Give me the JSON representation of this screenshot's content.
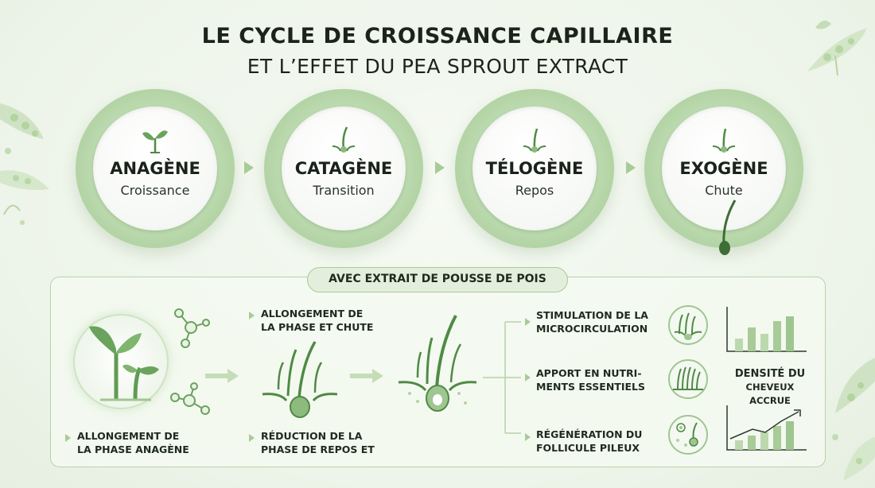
{
  "title": {
    "line1": "LE CYCLE DE CROISSANCE CAPILLAIRE",
    "line2": "ET L’EFFET DU PEA SPROUT EXTRACT"
  },
  "phases": [
    {
      "name": "ANAGÈNE",
      "sub": "Croissance",
      "icon": "sprout-icon"
    },
    {
      "name": "CATAGÈNE",
      "sub": "Transition",
      "icon": "hair-follicle-icon"
    },
    {
      "name": "TÉLOGÈNE",
      "sub": "Repos",
      "icon": "hair-follicle-icon"
    },
    {
      "name": "EXOGÈNE",
      "sub": "Chute",
      "icon": "hair-follicle-icon"
    }
  ],
  "panel": {
    "badge": "AVEC EXTRAIT DE POUSSE DE POIS",
    "left_label": [
      "ALLONGEMENT DE",
      "LA PHASE ANAGÈNE"
    ],
    "mid_top_label": [
      "ALLONGEMENT DE",
      "LA PHASE ET CHUTE"
    ],
    "mid_bottom_label": [
      "RÉDUCTION DE LA",
      "PHASE DE REPOS ET"
    ],
    "benefits": [
      {
        "line1": "STIMULATION DE LA",
        "line2": "MICROCIRCULATION",
        "icon": "follicle-circulation-icon"
      },
      {
        "line1": "APPORT EN NUTRI-",
        "line2": "MENTS ESSENTIELS",
        "icon": "dense-hair-icon"
      },
      {
        "line1": "RÉGÉNÉRATION DU",
        "line2": "FOLLICULE PILEUX",
        "icon": "follicle-regeneration-icon"
      }
    ],
    "density_label": [
      "DENSITÉ DU",
      "CHEVEUX ACCRUE"
    ]
  },
  "colors": {
    "green_dark": "#4f8a45",
    "green_mid": "#8dbb7d",
    "green_light": "#bcd9ae"
  }
}
